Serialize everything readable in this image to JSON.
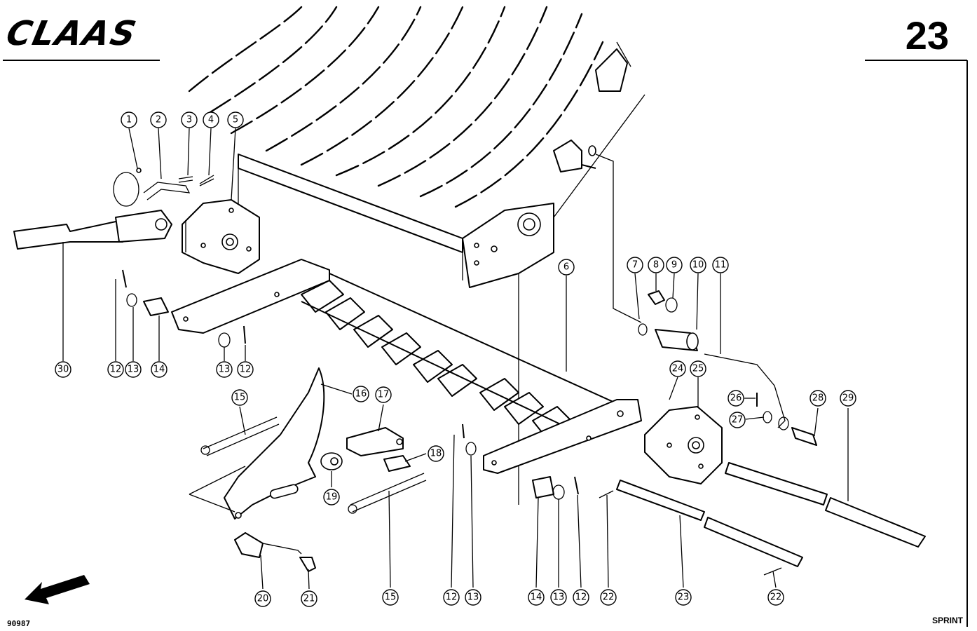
{
  "header": {
    "brand": "CLAAS",
    "page_number": "23"
  },
  "footer": {
    "drawing_id": "90987",
    "model": "SPRINT"
  },
  "callouts": {
    "c1": "1",
    "c2": "2",
    "c3": "3",
    "c4": "4",
    "c5": "5",
    "c6": "6",
    "c7": "7",
    "c8": "8",
    "c9": "9",
    "c10": "10",
    "c11": "11",
    "c30": "30",
    "c12a": "12",
    "c13a": "13",
    "c14a": "14",
    "c13b": "13",
    "c12b": "12",
    "c15a": "15",
    "c16": "16",
    "c17": "17",
    "c18": "18",
    "c19": "19",
    "c24": "24",
    "c25": "25",
    "c26": "26",
    "c27": "27",
    "c28": "28",
    "c29": "29",
    "c20": "20",
    "c21": "21",
    "c15b": "15",
    "c12c": "12",
    "c13c": "13",
    "c14b": "14",
    "c13d": "13",
    "c12d": "12",
    "c22a": "22",
    "c23": "23",
    "c22b": "22"
  },
  "colors": {
    "ink": "#000000",
    "paper": "#ffffff"
  }
}
